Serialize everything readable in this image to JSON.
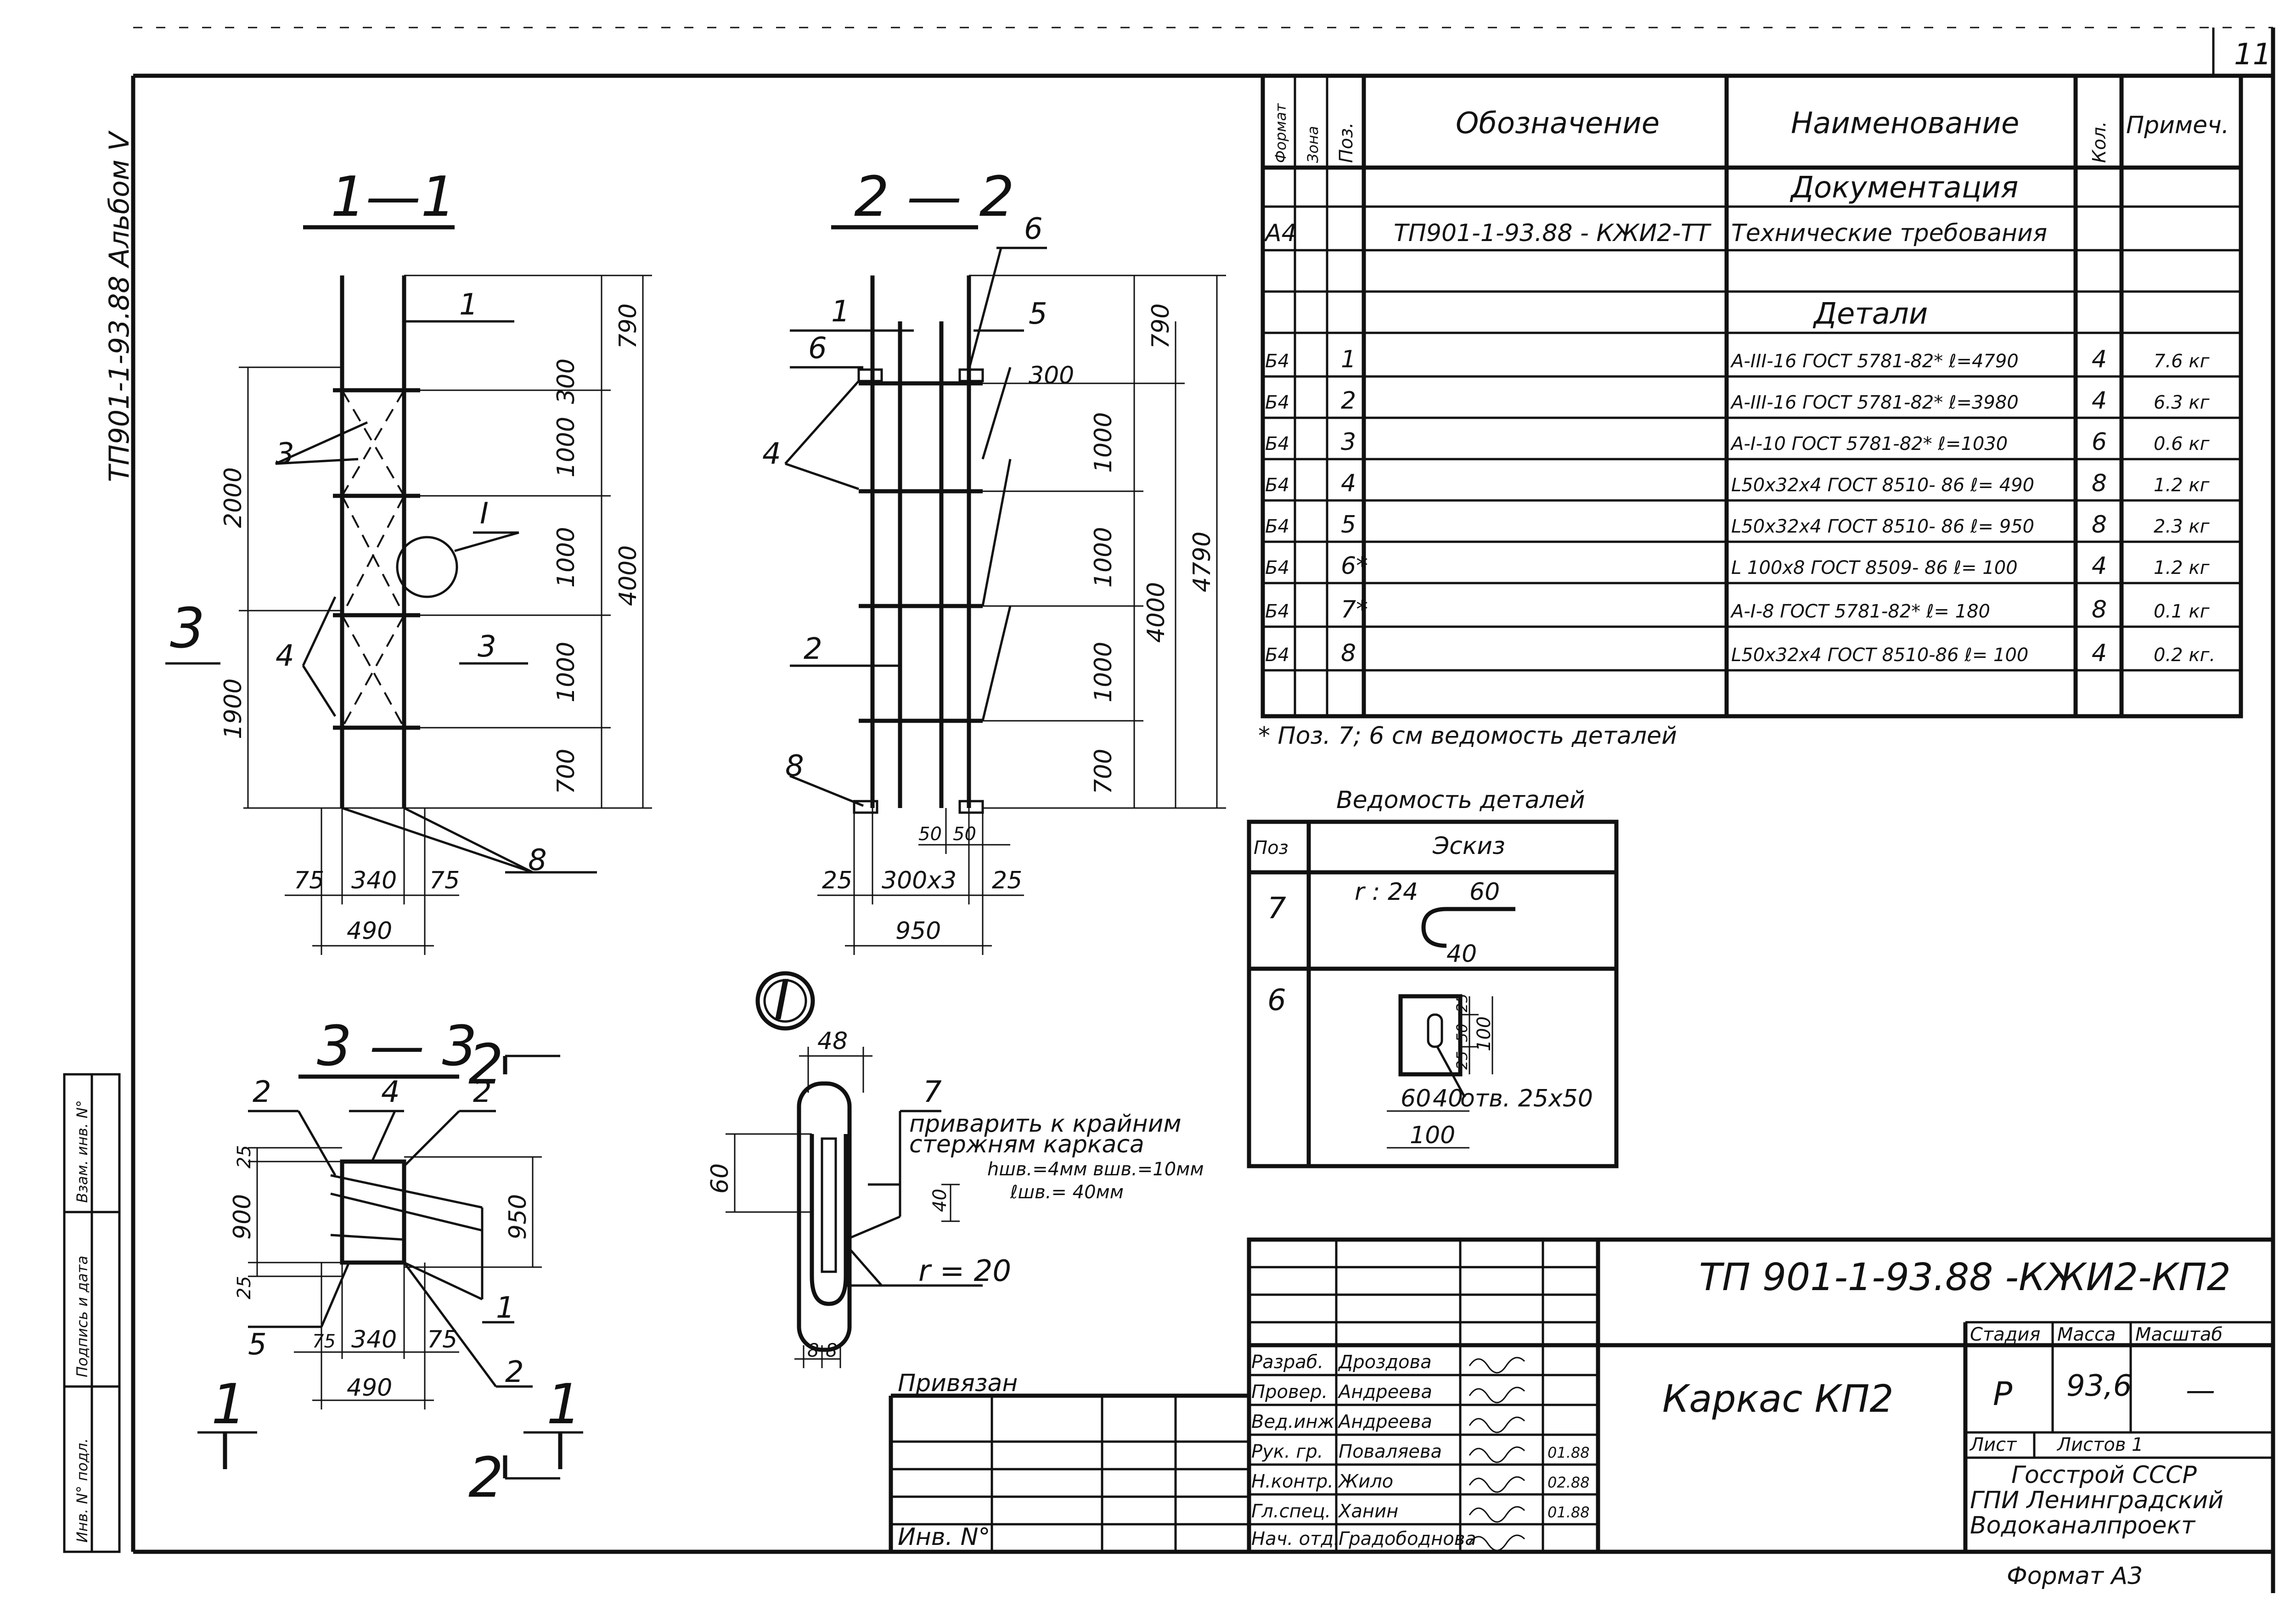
{
  "sheet_number": "11",
  "album": "ТП901-1-93.88 Альбом V",
  "sections": {
    "s11": {
      "title": "1—1",
      "pos_labels": [
        "1",
        "3",
        "4",
        "3",
        "I",
        "3",
        "8"
      ],
      "dims_right": [
        "790",
        "300",
        "1000",
        "1000",
        "1000",
        "700",
        "4000"
      ],
      "dims_left": [
        "2000",
        "1900"
      ],
      "dims_bottom": [
        "75",
        "340",
        "75",
        "490"
      ]
    },
    "s22": {
      "title": "2 — 2",
      "pos_labels": [
        "6",
        "1",
        "6",
        "5",
        "4",
        "2",
        "8"
      ],
      "dims_right": [
        "790",
        "300",
        "1000",
        "1000",
        "1000",
        "700",
        "4000",
        "4790"
      ],
      "dims_bottom": [
        "50",
        "50",
        "25",
        "300x3",
        "25",
        "950"
      ]
    },
    "s33": {
      "title": "3 — 3",
      "pos_labels": [
        "2",
        "4",
        "2",
        "5",
        "2",
        "1"
      ],
      "dims_left": [
        "25",
        "900",
        "25"
      ],
      "dims_right": [
        "950"
      ],
      "dims_bottom": [
        "75",
        "340",
        "75",
        "490"
      ],
      "cut_marks": [
        "2",
        "1",
        "1",
        "2"
      ]
    }
  },
  "node_detail": {
    "label": "I",
    "dims": [
      "48",
      "60",
      "40",
      "8",
      "8"
    ],
    "pos": "7",
    "note_lines": [
      "приварить к крайним",
      "стержням каркаса",
      "hшв.=4мм  вшв.=10мм",
      "ℓшв.= 40мм"
    ],
    "radius": "r = 20"
  },
  "spec_table": {
    "headers": [
      "Формат",
      "Зона",
      "Поз.",
      "Обозначение",
      "Наименование",
      "Кол.",
      "Примеч."
    ],
    "section_documentation": "Документация",
    "doc_row": {
      "format": "А4",
      "designation": "ТП901-1-93.88 - КЖИ2-ТТ",
      "name": "Технические требования"
    },
    "section_details": "Детали",
    "rows": [
      {
        "format": "Б4",
        "pos": "1",
        "name": "А-III-16 ГОСТ 5781-82*  ℓ=4790",
        "qty": "4",
        "note": "7.6 кг"
      },
      {
        "format": "Б4",
        "pos": "2",
        "name": "А-III-16 ГОСТ 5781-82*  ℓ=3980",
        "qty": "4",
        "note": "6.3 кг"
      },
      {
        "format": "Б4",
        "pos": "3",
        "name": "А-I-10  ГОСТ 5781-82*  ℓ=1030",
        "qty": "6",
        "note": "0.6 кг"
      },
      {
        "format": "Б4",
        "pos": "4",
        "name": "L50x32x4 ГОСТ 8510- 86  ℓ= 490",
        "qty": "8",
        "note": "1.2 кг"
      },
      {
        "format": "Б4",
        "pos": "5",
        "name": "L50x32x4 ГОСТ 8510- 86  ℓ= 950",
        "qty": "8",
        "note": "2.3 кг"
      },
      {
        "format": "Б4",
        "pos": "6*",
        "name": "L 100x8 ГОСТ 8509- 86  ℓ= 100",
        "qty": "4",
        "note": "1.2 кг"
      },
      {
        "format": "Б4",
        "pos": "7*",
        "name": "А-I-8  ГОСТ 5781-82*  ℓ= 180",
        "qty": "8",
        "note": "0.1 кг"
      },
      {
        "format": "Б4",
        "pos": "8",
        "name": "L50x32x4 ГОСТ 8510-86  ℓ= 100",
        "qty": "4",
        "note": "0.2 кг."
      }
    ],
    "footnote": "* Поз.  7; 6   см  ведомость деталей"
  },
  "details_table": {
    "title": "Ведомость деталей",
    "headers": [
      "Поз",
      "Эскиз"
    ],
    "rows": [
      {
        "pos": "7",
        "dims": [
          "r : 24",
          "60",
          "40"
        ]
      },
      {
        "pos": "6",
        "dims": [
          "25",
          "50",
          "25",
          "100",
          "60",
          "40",
          "100"
        ],
        "hole": "отв. 25x50"
      }
    ]
  },
  "title_block": {
    "code": "ТП 901-1-93.88 -КЖИ2-КП2",
    "drawing_name": "Каркас КП2",
    "stage_label": "Стадия",
    "stage": "Р",
    "mass_label": "Масса",
    "mass": "93,6",
    "scale_label": "Масштаб",
    "scale": "—",
    "sheet_label": "Лист",
    "sheets_label": "Листов 1",
    "org_lines": [
      "Госстрой СССР",
      "ГПИ Ленинградский",
      "Водоканалпроект"
    ],
    "bound_label": "Привязан",
    "inv_label": "Инв. N°",
    "format_label": "Формат А3",
    "staff": [
      {
        "role": "Разраб.",
        "name": "Дроздова",
        "date": ""
      },
      {
        "role": "Провер.",
        "name": "Андреева",
        "date": ""
      },
      {
        "role": "Вед.инж.",
        "name": "Андреева",
        "date": ""
      },
      {
        "role": "Рук. гр.",
        "name": "Поваляева",
        "date": "01.88"
      },
      {
        "role": "Н.контр.",
        "name": "Жило",
        "date": "02.88"
      },
      {
        "role": "Гл.спец.",
        "name": "Ханин",
        "date": "01.88"
      },
      {
        "role": "Нач. отд.",
        "name": "Градободнова",
        "date": ""
      }
    ]
  },
  "margin_stamp": [
    "Инв. N° подл.",
    "Подпись и дата",
    "Взам. инв. N°"
  ]
}
